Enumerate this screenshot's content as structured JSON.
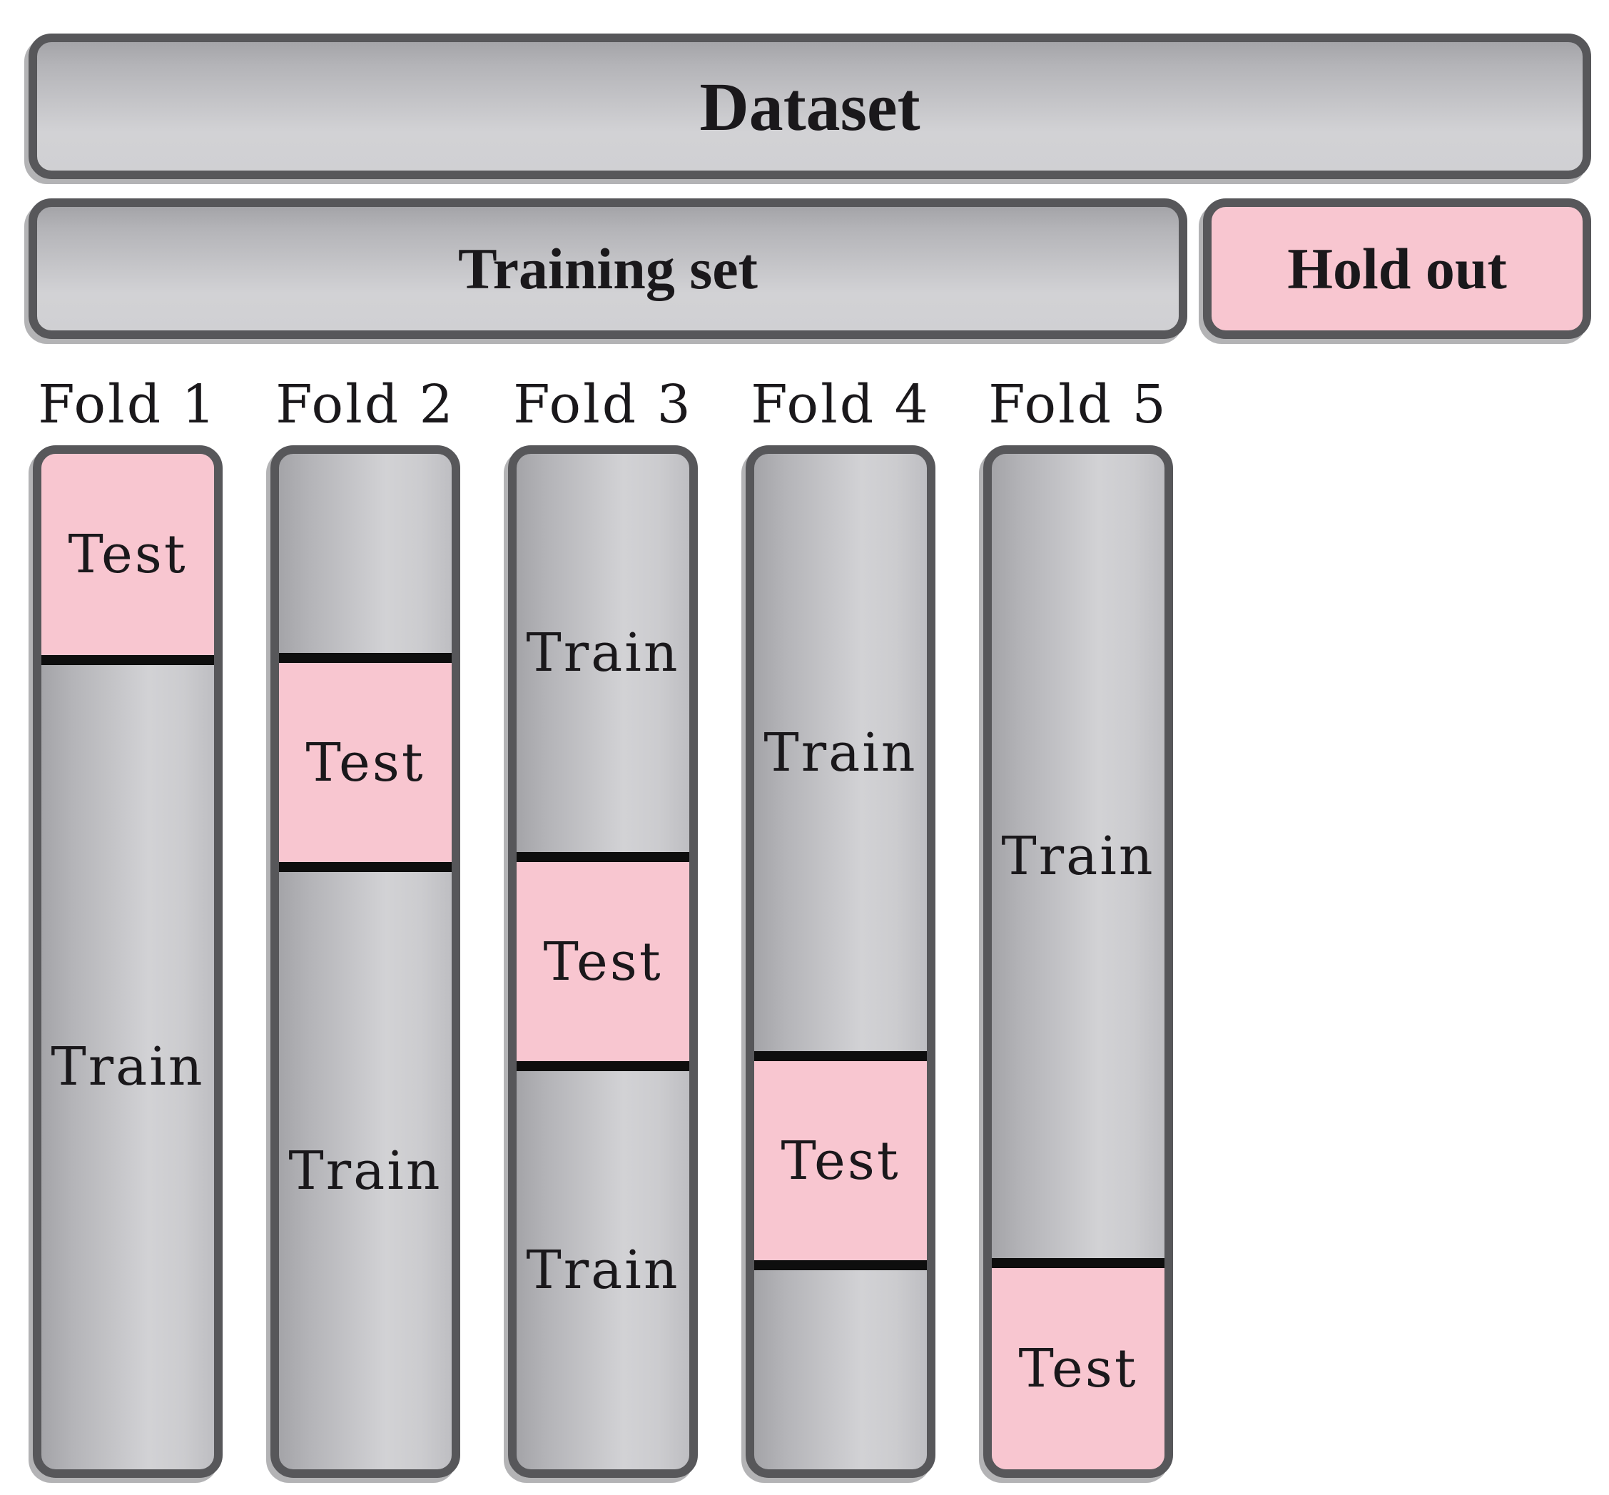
{
  "diagram": {
    "dataset_label": "Dataset",
    "training_set_label": "Training set",
    "holdout_label": "Hold out"
  },
  "colors": {
    "pink": "#f8c6d0",
    "gray_gradient_dark": "#a4a4a8",
    "gray_gradient_light": "#d2d2d5",
    "box_border": "#57575a",
    "divider": "#0e0e0e",
    "text": "#1a181b"
  },
  "folds": [
    {
      "name": "Fold 1",
      "test_segment_index": 1,
      "segments": [
        {
          "kind": "test",
          "label": "Test",
          "fifths": 1
        },
        {
          "kind": "train",
          "label": "Train",
          "fifths": 4
        }
      ]
    },
    {
      "name": "Fold 2",
      "test_segment_index": 2,
      "segments": [
        {
          "kind": "train",
          "label": "",
          "fifths": 1
        },
        {
          "kind": "test",
          "label": "Test",
          "fifths": 1
        },
        {
          "kind": "train",
          "label": "Train",
          "fifths": 3
        }
      ]
    },
    {
      "name": "Fold 3",
      "test_segment_index": 3,
      "segments": [
        {
          "kind": "train",
          "label": "Train",
          "fifths": 2
        },
        {
          "kind": "test",
          "label": "Test",
          "fifths": 1
        },
        {
          "kind": "train",
          "label": "Train",
          "fifths": 2
        }
      ]
    },
    {
      "name": "Fold 4",
      "test_segment_index": 4,
      "segments": [
        {
          "kind": "train",
          "label": "Train",
          "fifths": 3
        },
        {
          "kind": "test",
          "label": "Test",
          "fifths": 1
        },
        {
          "kind": "train",
          "label": "",
          "fifths": 1
        }
      ]
    },
    {
      "name": "Fold 5",
      "test_segment_index": 5,
      "segments": [
        {
          "kind": "train",
          "label": "Train",
          "fifths": 4
        },
        {
          "kind": "test",
          "label": "Test",
          "fifths": 1
        }
      ]
    }
  ]
}
